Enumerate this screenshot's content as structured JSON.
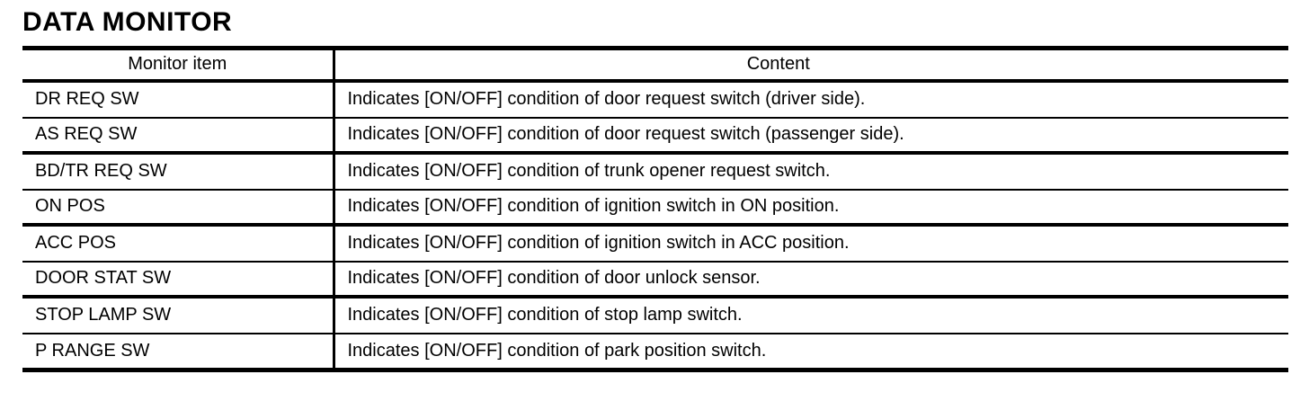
{
  "page": {
    "title": "DATA MONITOR"
  },
  "colors": {
    "text": "#000000",
    "background": "#ffffff",
    "border": "#000000"
  },
  "table": {
    "headers": [
      "Monitor item",
      "Content"
    ],
    "rows": [
      {
        "item": "DR REQ SW",
        "content": "Indicates [ON/OFF] condition of door request switch (driver side)."
      },
      {
        "item": "AS REQ SW",
        "content": "Indicates [ON/OFF] condition of door request switch (passenger side)."
      },
      {
        "item": "BD/TR REQ SW",
        "content": "Indicates [ON/OFF] condition of trunk opener request switch."
      },
      {
        "item": "ON POS",
        "content": "Indicates [ON/OFF] condition of ignition switch in ON position."
      },
      {
        "item": "ACC POS",
        "content": "Indicates [ON/OFF] condition of ignition switch in ACC position."
      },
      {
        "item": "DOOR STAT SW",
        "content": "Indicates [ON/OFF] condition of door unlock sensor."
      },
      {
        "item": "STOP LAMP SW",
        "content": "Indicates [ON/OFF] condition of stop lamp switch."
      },
      {
        "item": "P RANGE SW",
        "content": "Indicates [ON/OFF] condition of park position switch."
      }
    ]
  }
}
